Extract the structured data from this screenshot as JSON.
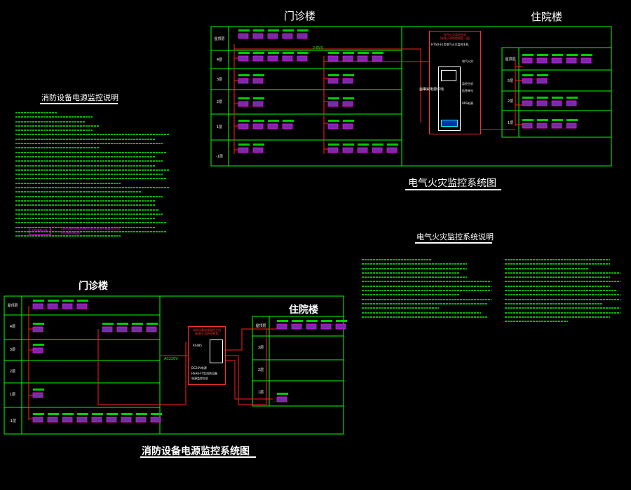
{
  "top_diagram": {
    "building_left": "门诊楼",
    "building_right": "住院楼",
    "system_title": "电气火灾监控系统图",
    "center_panel": {
      "header": "电气火灾监控主机\n(安装于消防控制室一层)",
      "model": "HTSD-E1型电气火灾监控主机",
      "labels": [
        "电气火灾",
        "监控主机",
        "信息单元",
        "UPS电源"
      ],
      "side_label": "自带双电源供电",
      "bus_label": "2-RVS"
    },
    "floor_labels_left": [
      "屋顶层",
      "4层",
      "3层",
      "2层",
      "1层",
      "-1层"
    ],
    "floor_labels_right": [
      "屋顶层",
      "5层",
      "2层",
      "1层"
    ]
  },
  "top_note_title": "电气火灾监控系统说明",
  "left_note_title": "消防设备电源监控说明",
  "bottom_diagram": {
    "building_left": "门诊楼",
    "building_right": "住院楼",
    "system_title": "消防设备电源监控系统图",
    "center_panel": {
      "header": "消防设备电源监控主机\n(安装于消防控制室)",
      "rs485": "RS485",
      "labels": [
        "DC24V电源",
        "HSA6-FT型消防设备",
        "电源监控主机"
      ],
      "voltage": "AC220V"
    },
    "floor_labels_left": [
      "屋顶层",
      "4层",
      "3层",
      "2层",
      "1层",
      "-1层"
    ],
    "floor_labels_right": [
      "屋顶层",
      "3层",
      "2层",
      "1层"
    ]
  },
  "legend_tag": "HSA6-VA",
  "legend_text": "消防设备电源监控模块,电压/电流传感器,用于消防设备电源监控"
}
